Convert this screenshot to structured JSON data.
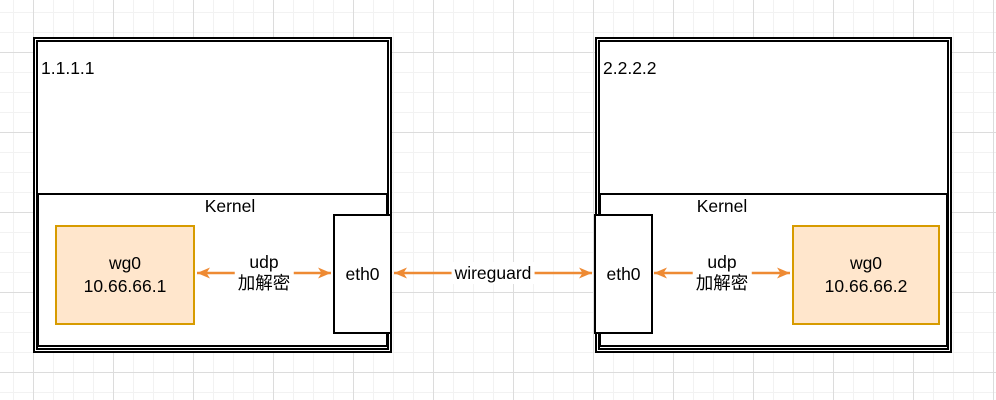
{
  "diagram": {
    "title_hint": "wireguard-topology",
    "link_label": "wireguard",
    "colors": {
      "arrow": "#ee8a33",
      "node_fill": "#ffe6cc",
      "node_stroke": "#d79b00",
      "box_stroke": "#000000"
    },
    "hosts": [
      {
        "public_ip": "1.1.1.1",
        "kernel_label": "Kernel",
        "wg": {
          "name": "wg0",
          "ip": "10.66.66.1"
        },
        "eth": {
          "name": "eth0"
        },
        "udp_label": {
          "line1": "udp",
          "line2": "加解密"
        }
      },
      {
        "public_ip": "2.2.2.2",
        "kernel_label": "Kernel",
        "wg": {
          "name": "wg0",
          "ip": "10.66.66.2"
        },
        "eth": {
          "name": "eth0"
        },
        "udp_label": {
          "line1": "udp",
          "line2": "加解密"
        }
      }
    ]
  }
}
